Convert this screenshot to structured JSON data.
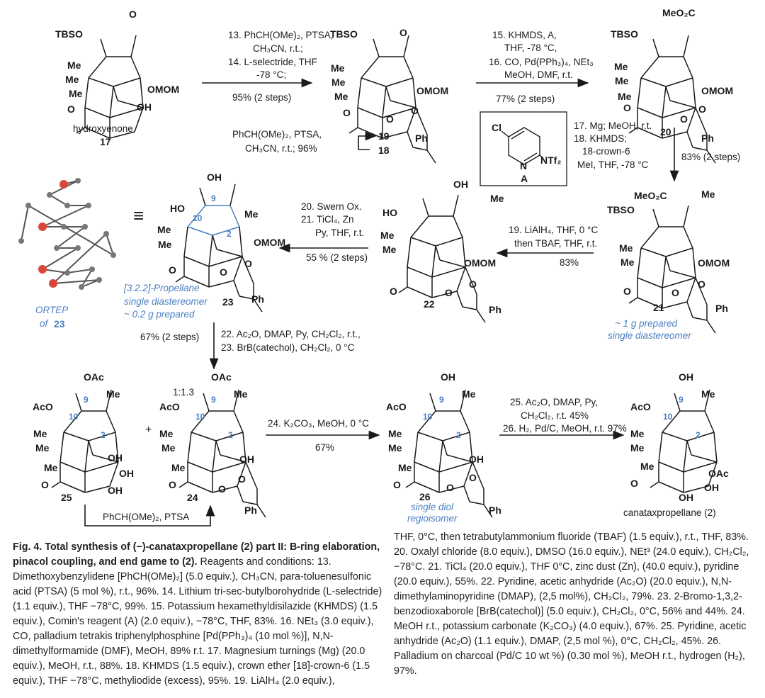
{
  "colors": {
    "accent": "#4a7fc1",
    "text": "#1a1a1a",
    "oxygen": "#d9463a"
  },
  "c17": {
    "tbso": "TBSO",
    "me1": "Me",
    "me2": "Me",
    "me3": "Me",
    "omom": "OMOM",
    "oh": "OH",
    "o_ketone": "O",
    "o_enone": "O",
    "name": "hydroxyenone",
    "num": "17"
  },
  "step1": {
    "l1": "13. PhCH(OMe)₂, PTSA,",
    "l2": "CH₃CN, r.t.;",
    "l3": "14. L-selectride, THF",
    "l4": "-78 °C;",
    "yield": "95% (2 steps)"
  },
  "c19": {
    "tbso": "TBSO",
    "o_top": "O",
    "me1": "Me",
    "me2": "Me",
    "me3": "Me",
    "omom": "OMOM",
    "o_ketone": "O",
    "o1": "O",
    "o2": "O",
    "ph": "Ph"
  },
  "side19": {
    "l1": "PhCH(OMe)₂, PTSA,",
    "l2": "CH₃CN, r.t.; 96%",
    "n19": "19",
    "n18": "18"
  },
  "step2": {
    "l1": "15.  KHMDS, A,",
    "l2": "THF, -78 °C,",
    "l3": "16. CO, Pd(PPh₃)₄, NEt₃",
    "l4": "MeOH, DMF, r.t.",
    "yield": "77% (2 steps)"
  },
  "reagentA": {
    "cl": "Cl",
    "n": "N",
    "ntf2": "NTf₂",
    "label": "A"
  },
  "c20": {
    "tbso": "TBSO",
    "meo2c": "MeO₂C",
    "me1": "Me",
    "me2": "Me",
    "me3": "Me",
    "omom": "OMOM",
    "o_ketone": "O",
    "o1": "O",
    "o2": "O",
    "ph": "Ph",
    "num": "20"
  },
  "step3": {
    "l1": "17. Mg; MeOH, r.t.",
    "l2": "18. KHMDS;",
    "l3": "18-crown-6",
    "l4": "MeI, THF, -78 °C",
    "yield": "83% (2 steps)"
  },
  "c21": {
    "meo2c": "MeO₂C",
    "me_top": "Me",
    "tbso": "TBSO",
    "me1": "Me",
    "me2": "Me",
    "omom": "OMOM",
    "o_ketone": "O",
    "o1": "O",
    "o2": "O",
    "ph": "Ph",
    "num": "21",
    "note1": "~ 1 g prepared",
    "note2": "single diastereomer"
  },
  "step4": {
    "l1": "19. LiAlH₄, THF, 0 °C",
    "l2": "then TBAF, THF, r.t.",
    "yield": "83%"
  },
  "c22": {
    "oh_top": "OH",
    "ho": "HO",
    "me_top": "Me",
    "me1": "Me",
    "me2": "Me",
    "omom": "OMOM",
    "o_ketone": "O",
    "o1": "O",
    "o2": "O",
    "ph": "Ph",
    "num": "22"
  },
  "step5": {
    "l1": "20. Swern Ox.",
    "l2": "21. TiCl₄, Zn",
    "l3": "Py, THF, r.t.",
    "yield": "55 % (2 steps)"
  },
  "c23": {
    "oh": "OH",
    "ho": "HO",
    "c9": "9",
    "c10": "10",
    "c2": "2",
    "me_top": "Me",
    "me1": "Me",
    "me2": "Me",
    "omom": "OMOM",
    "o_ketone": "O",
    "o1": "O",
    "o2": "O",
    "ph": "Ph",
    "note1": "[3.2.2]-Propellane",
    "note2": "single diastereomer",
    "num": "23",
    "note3": "~ 0.2 g prepared"
  },
  "ortep": {
    "equiv": "≡",
    "l1": "ORTEP",
    "l2": "of",
    "num": "23"
  },
  "step6": {
    "yield": "67% (2 steps)",
    "l1": "22. Ac₂O, DMAP, Py, CH₂Cl₂, r.t.,",
    "l2": "23. BrB(catechol), CH₂Cl₂, 0 °C"
  },
  "c25": {
    "oac": "OAc",
    "aco": "AcO",
    "c9": "9",
    "c10": "10",
    "c2": "2",
    "me_top": "Me",
    "me1": "Me",
    "me2": "Me",
    "me3": "Me",
    "oh1": "OH",
    "oh2": "OH",
    "oh3": "OH",
    "o_ketone": "O",
    "num": "25"
  },
  "plus": "+",
  "ratio": "1:1.3",
  "c24": {
    "oac": "OAc",
    "aco": "AcO",
    "c9": "9",
    "c10": "10",
    "c2": "2",
    "me_top": "Me",
    "me1": "Me",
    "me2": "Me",
    "me3": "Me",
    "oh": "OH",
    "o_ketone": "O",
    "o1": "O",
    "o2": "O",
    "ph": "Ph",
    "num": "24"
  },
  "bracket": {
    "label": "PhCH(OMe)₂, PTSA"
  },
  "step7": {
    "l1": "24. K₂CO₃, MeOH, 0 °C",
    "yield": "67%"
  },
  "c26": {
    "oh": "OH",
    "aco": "AcO",
    "c9": "9",
    "c10": "10",
    "c2": "2",
    "me_top": "Me",
    "me1": "Me",
    "me2": "Me",
    "me3": "Me",
    "oh2": "OH",
    "o_ketone": "O",
    "o1": "O",
    "o2": "O",
    "ph": "Ph",
    "num": "26",
    "note1": "single diol",
    "note2": "regioisomer"
  },
  "step8": {
    "l1": "25. Ac₂O, DMAP, Py,",
    "l2": "CH₂Cl₂, r.t. 45%",
    "l3": "26. H₂, Pd/C, MeOH, r.t. 97%"
  },
  "c2": {
    "oh": "OH",
    "aco": "AcO",
    "c9": "9",
    "c10": "10",
    "c2": "2",
    "me_top": "Me",
    "me1": "Me",
    "me2": "Me",
    "me3": "Me",
    "oac": "OAc",
    "o_ketone": "O",
    "oh2": "OH",
    "oh3": "OH",
    "name": "canataxpropellane (2)"
  },
  "caption": {
    "bold": "Fig. 4. Total synthesis of (−)-canataxpropellane (2) part II: B-ring elaboration, pinacol coupling, and end game to (2).",
    "left": " Reagents and conditions: 13. Dimethoxybenzylidene [PhCH(OMe)₂] (5.0 equiv.), CH₃CN, para-toluenesulfonic acid (PTSA) (5 mol %), r.t., 96%. 14. Lithium tri-sec-butylborohydride (L-selectride) (1.1 equiv.), THF −78°C, 99%. 15. Potassium hexamethyldisilazide (KHMDS) (1.5 equiv.), Comin's reagent (A) (2.0 equiv.), −78°C, THF, 83%. 16. NEt₃ (3.0 equiv.), CO, palladium tetrakis triphenylphosphine [Pd(PPh₃)₄ (10 mol %)], N,N-dimethylformamide (DMF), MeOH, 89% r.t. 17. Magnesium turnings (Mg) (20.0 equiv.), MeOH, r.t., 88%. 18. KHMDS (1.5 equiv.), crown ether [18]-crown-6 (1.5 equiv.), THF −78°C, methyliodide (excess), 95%. 19. LiAlH₄ (2.0 equiv.),",
    "right": "THF, 0°C, then tetrabutylammonium fluoride (TBAF) (1.5 equiv.), r.t., THF, 83%. 20. Oxalyl chloride (8.0 equiv.), DMSO (16.0 equiv.), NEt³ (24.0 equiv.), CH₂Cl₂, −78°C. 21. TiCl₄ (20.0 equiv.), THF 0°C, zinc dust (Zn), (40.0 equiv.), pyridine (20.0 equiv.), 55%. 22. Pyridine, acetic anhydride (Ac₂O) (20.0 equiv.), N,N-dimethylaminopyridine (DMAP), (2,5 mol%), CH₂Cl₂, 79%. 23. 2-Bromo-1,3,2-benzodioxaborole [BrB(catechol)] (5.0 equiv.), CH₂Cl₂, 0°C, 56% and 44%. 24. MeOH r.t., potassium carbonate (K₂CO₃) (4.0 equiv.), 67%. 25. Pyridine, acetic anhydride (Ac₂O) (1.1 equiv.), DMAP, (2,5 mol %), 0°C, CH₂Cl₂, 45%. 26. Palladium on charcoal (Pd/C 10 wt %) (0.30 mol %), MeOH r.t., hydrogen (H₂), 97%."
  }
}
